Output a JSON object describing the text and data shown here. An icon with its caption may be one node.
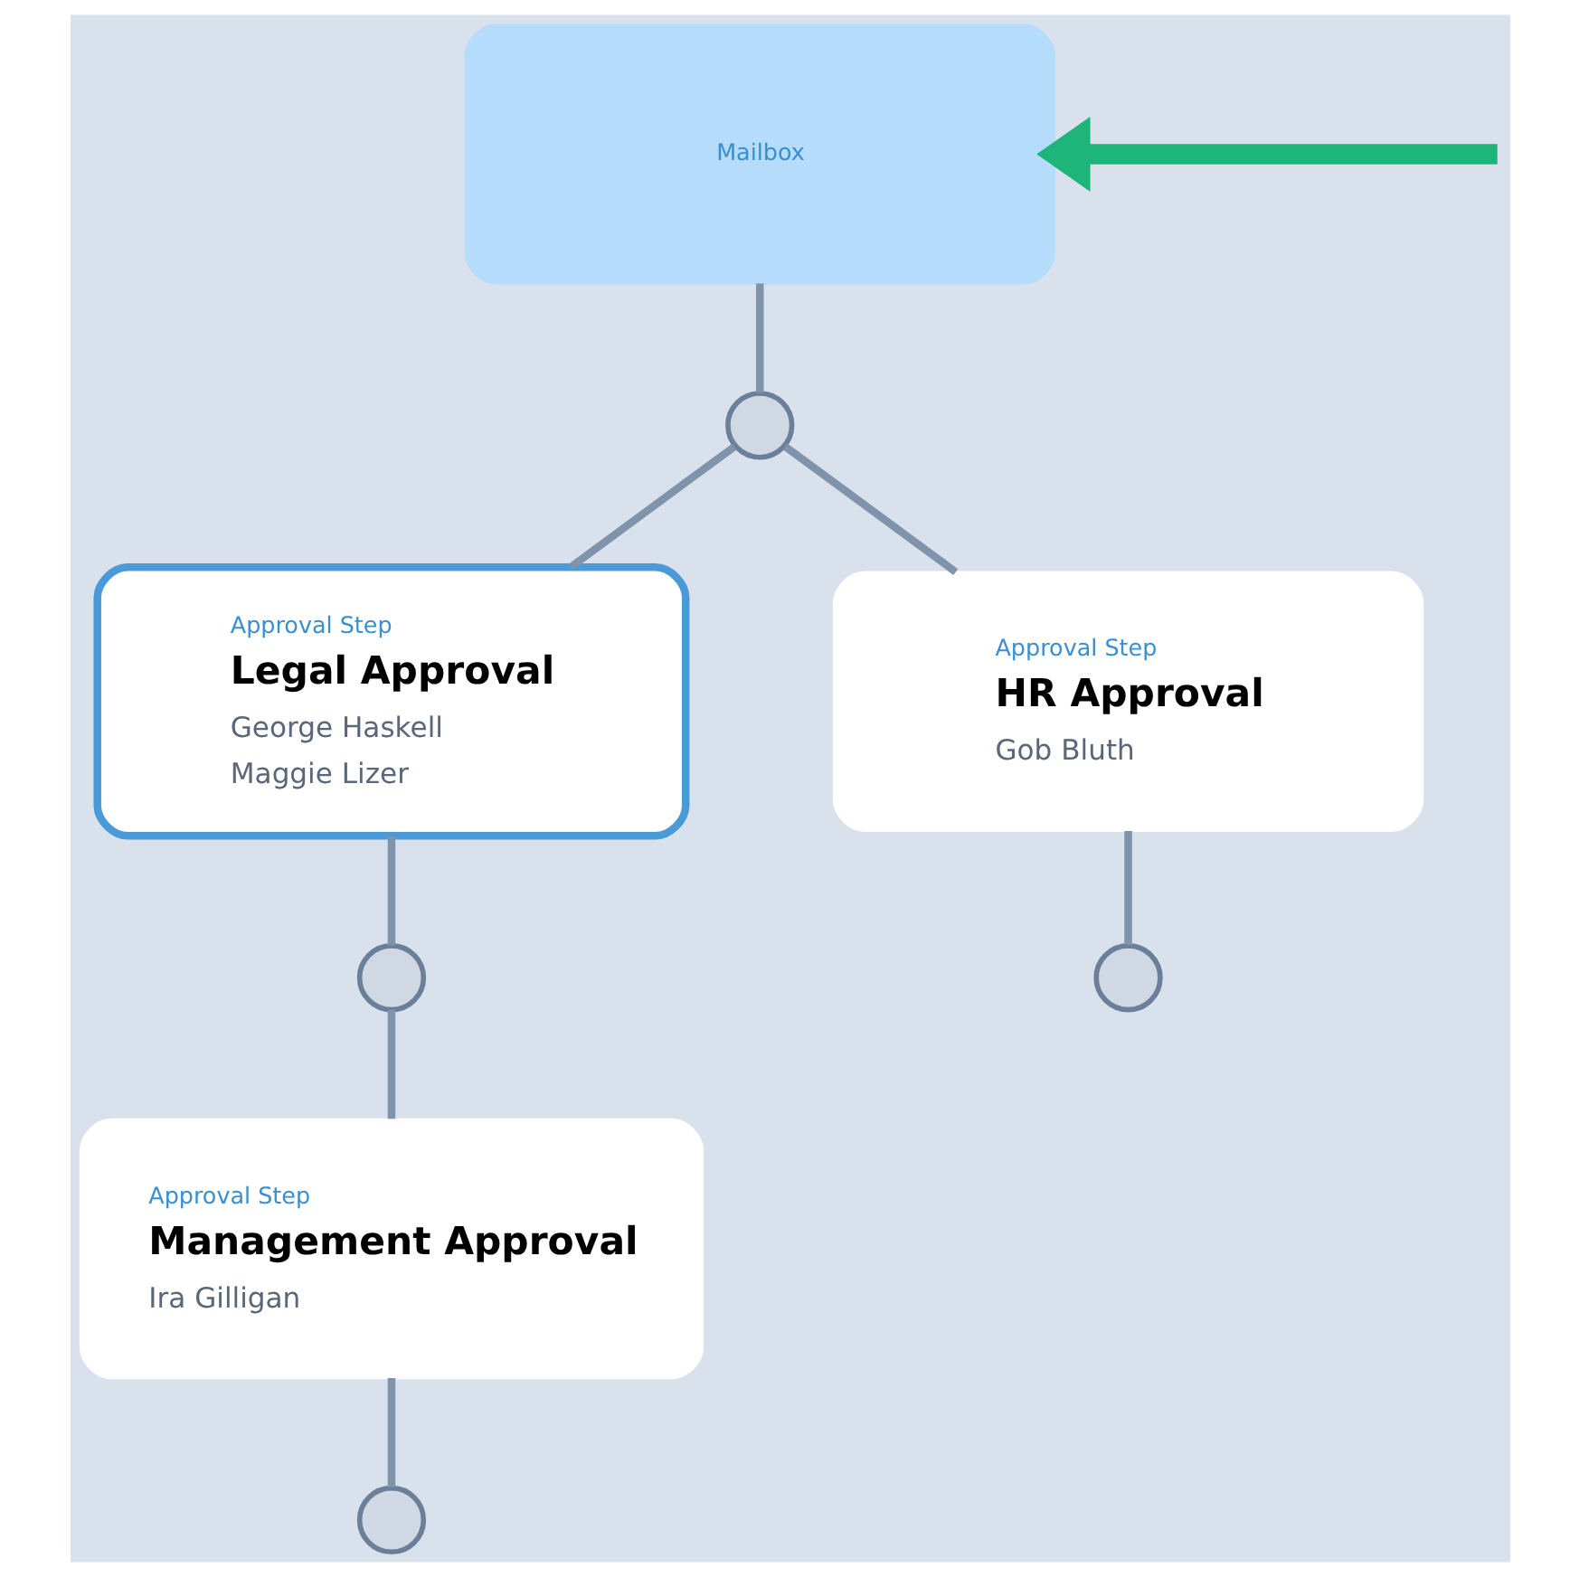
{
  "diagram": {
    "nodes": [
      {
        "text": [
          "Mailbox"
        ]
      },
      {
        "text": [],
        "shape": "circle"
      },
      {
        "text": [
          "Approval Step",
          "Legal Approval",
          "George Haskell",
          "Maggie Lizer"
        ]
      },
      {
        "text": [
          "Approval Step",
          "HR Approval",
          "Gob Bluth"
        ]
      },
      {
        "text": [],
        "shape": "circle"
      },
      {
        "text": [],
        "shape": "circle"
      },
      {
        "text": [
          "Approval Step",
          "Management Approval",
          "Ira Gilligan"
        ]
      },
      {
        "text": [],
        "shape": "circle"
      }
    ],
    "edges": [
      {
        "from": null,
        "to": 0,
        "arrow": "to",
        "style": "thick",
        "color": "#1db57a"
      },
      {
        "from": 0,
        "to": 1,
        "arrow": "none"
      },
      {
        "from": 1,
        "to": 2,
        "arrow": "none"
      },
      {
        "from": 1,
        "to": 3,
        "arrow": "none"
      },
      {
        "from": 2,
        "to": 4,
        "arrow": "none"
      },
      {
        "from": 3,
        "to": 5,
        "arrow": "none"
      },
      {
        "from": 4,
        "to": 6,
        "arrow": "none"
      },
      {
        "from": 6,
        "to": 7,
        "arrow": "none"
      }
    ]
  }
}
